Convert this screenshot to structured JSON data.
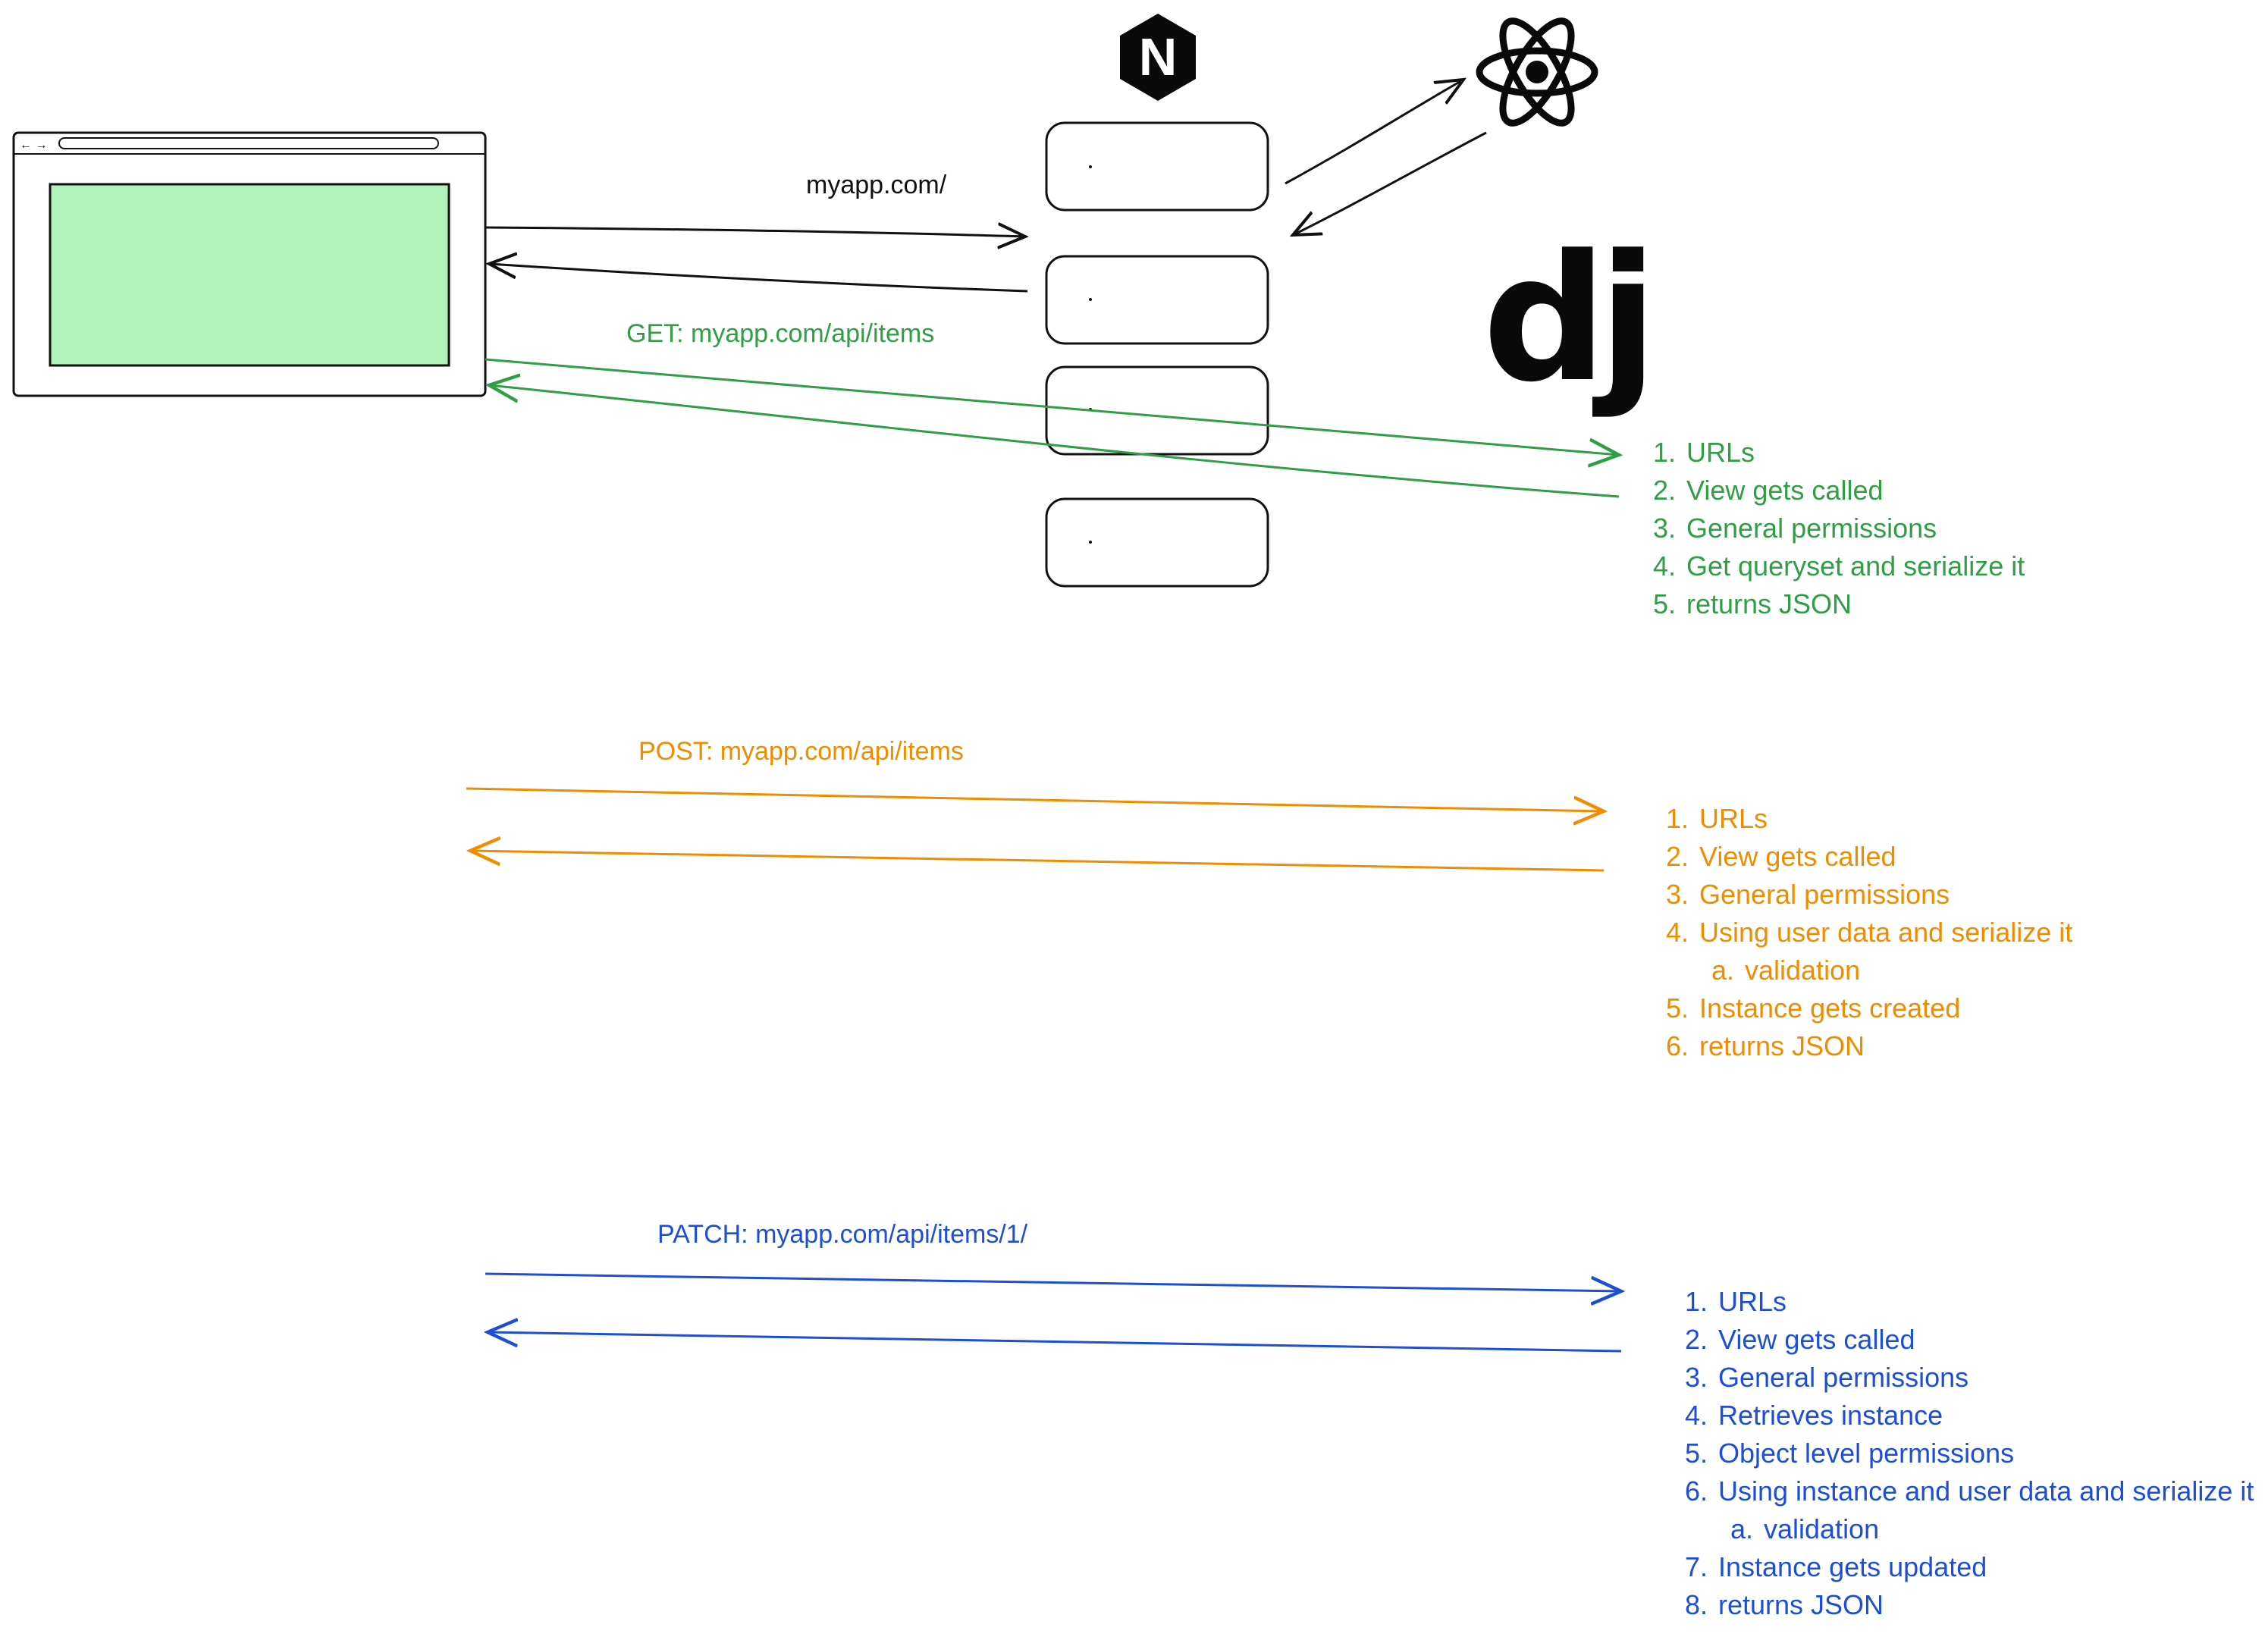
{
  "colors": {
    "ink": "#111111",
    "browser_screen": "#b2f2bb",
    "get": "#2f9e44",
    "post": "#f08c00",
    "patch": "#1c4fd6"
  },
  "icons": {
    "proxy": "nginx-logo-icon",
    "frontend": "react-logo-icon",
    "backend": "django-logo-icon",
    "browser": "browser-window-icon"
  },
  "logos": {
    "nginx_letter": "N",
    "django_letters": "dj"
  },
  "browser": {
    "nav_arrows": "← →"
  },
  "flows": {
    "root": {
      "label": "myapp.com/"
    },
    "get": {
      "label": "GET: myapp.com/api/items",
      "steps": [
        {
          "marker": "1.",
          "text": "URLs"
        },
        {
          "marker": "2.",
          "text": "View gets called"
        },
        {
          "marker": "3.",
          "text": "General permissions"
        },
        {
          "marker": "4.",
          "text": "Get queryset and serialize it"
        },
        {
          "marker": "5.",
          "text": "returns JSON"
        }
      ]
    },
    "post": {
      "label": "POST: myapp.com/api/items",
      "steps": [
        {
          "marker": "1.",
          "text": "URLs"
        },
        {
          "marker": "2.",
          "text": "View gets called"
        },
        {
          "marker": "3.",
          "text": "General permissions"
        },
        {
          "marker": "4.",
          "text": "Using user data and serialize it"
        },
        {
          "marker": "a.",
          "text": "validation",
          "sub": true
        },
        {
          "marker": "5.",
          "text": "Instance gets created"
        },
        {
          "marker": "6.",
          "text": "returns JSON"
        }
      ]
    },
    "patch": {
      "label": "PATCH: myapp.com/api/items/1/",
      "steps": [
        {
          "marker": "1.",
          "text": "URLs"
        },
        {
          "marker": "2.",
          "text": "View gets called"
        },
        {
          "marker": "3.",
          "text": "General permissions"
        },
        {
          "marker": "4.",
          "text": "Retrieves instance"
        },
        {
          "marker": "5.",
          "text": "Object level permissions"
        },
        {
          "marker": "6.",
          "text": "Using instance and user data and serialize it"
        },
        {
          "marker": "a.",
          "text": "validation",
          "sub": true
        },
        {
          "marker": "7.",
          "text": "Instance gets updated"
        },
        {
          "marker": "8.",
          "text": "returns JSON"
        }
      ]
    }
  }
}
